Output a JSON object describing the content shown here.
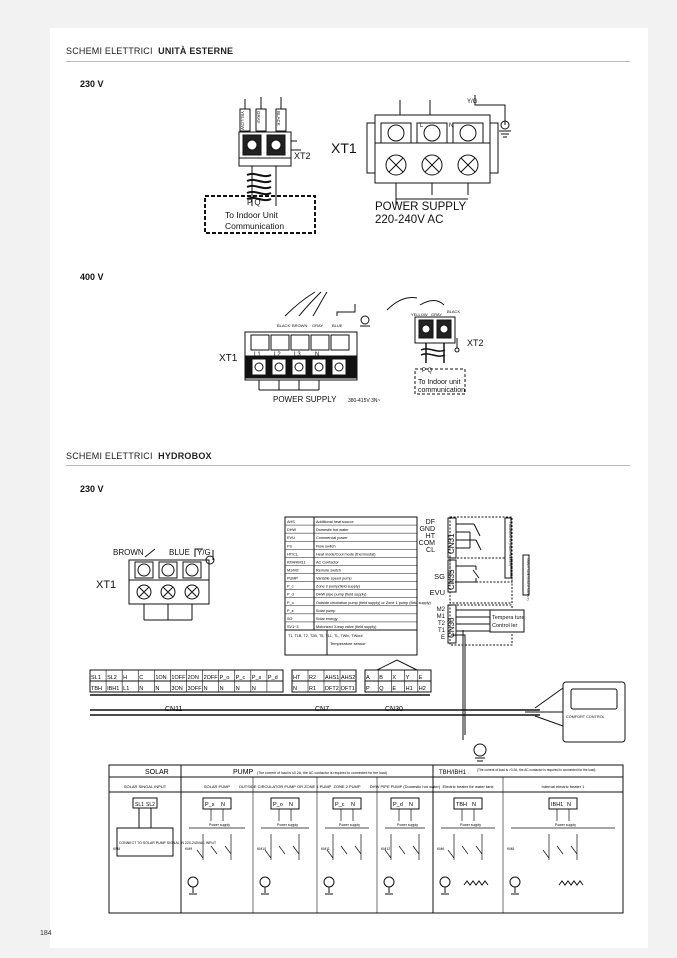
{
  "page_number": "184",
  "section1": {
    "prefix": "SCHEMI ELETTRICI",
    "title": "UNITÀ ESTERNE"
  },
  "section2": {
    "prefix": "SCHEMI ELETTRICI",
    "title": "HYDROBOX"
  },
  "v230_a": "230 V",
  "v400": "400 V",
  "v230_b": "230 V",
  "d1": {
    "wire_labels": [
      "YELLOW",
      "GRAY",
      "BLACK"
    ],
    "xt2": "XT2",
    "xt1": "XT1",
    "pq": "P Q",
    "comm_line1": "To Indoor Unit",
    "comm_line2": "Communication",
    "ps_line1": "POWER SUPPLY",
    "ps_line2": "220-240V AC",
    "terms": [
      "L",
      "N"
    ],
    "yg": "Y/G"
  },
  "d2": {
    "wire_labels": [
      "BLACK",
      "BROWN",
      "GRAY",
      "BLUE"
    ],
    "terms": [
      "L1",
      "L2",
      "L3",
      "N"
    ],
    "xt1": "XT1",
    "ps": "POWER SUPPLY",
    "ps_v": "380-415V 3N~",
    "xt2": "XT2",
    "small_labels": [
      "YELLOW",
      "GRAY",
      "BLACK"
    ],
    "pq": "P Q",
    "comm_line1": "To Indoor unit",
    "comm_line2": "communication"
  },
  "d3": {
    "xt1": "XT1",
    "brown": "BROWN",
    "blue": "BLUE",
    "yg": "Y/G",
    "legend": [
      [
        "AHS",
        "Additional heat source"
      ],
      [
        "DHW",
        "Domestic hot water"
      ],
      [
        "EVU",
        "Commercial power"
      ],
      [
        "FS",
        "Flow switch"
      ],
      [
        "HT/CL",
        "Heat mode/Cool mode (thermostat)"
      ],
      [
        "KM4/KM11",
        "AC Contactor"
      ],
      [
        "M1/M2",
        "Remote switch"
      ],
      [
        "PUMP",
        "Variable speed pump"
      ],
      [
        "P_c",
        "Zone 2 pump(field supply)"
      ],
      [
        "P_d",
        "DHW pipe pump (field supply)"
      ],
      [
        "P_o",
        "Outside circulation pump (field supply) or Zone 1 pump (field supply)"
      ],
      [
        "P_s",
        "Solar pump"
      ],
      [
        "SG",
        "Solar energy"
      ],
      [
        "SV1~3",
        "Motorized 3-way valve (field supply)"
      ]
    ],
    "legend_note_left": "T1, T1B, T2, T2B, T5, T1L, TL, TWin, TWout",
    "legend_note_right": "Temperature sensor",
    "cn31_labels": [
      "DF",
      "GND",
      "HT",
      "COM",
      "CL"
    ],
    "cn31": "CN31",
    "cn35": "CN35",
    "cn36": "CN36",
    "cn35_labels": [
      "SG",
      "EVU"
    ],
    "cn36_labels": [
      "M2",
      "M1",
      "T2",
      "T1",
      "E"
    ],
    "thermostat": "THERMOSTAT (FIELD SUPPLY)",
    "smart_grid": "SMART GRID (FIELD SUPPLY)",
    "temp_ctrl_1": "Tempera ture",
    "temp_ctrl_2": "Control ler",
    "cn11": "CN11",
    "cn7": "CN7",
    "cn30": "CN30",
    "cn11_top": [
      "SL1",
      "SL2",
      "H",
      "C",
      "1ON",
      "1OFF",
      "2ON",
      "2OFF",
      "P_o",
      "P_c",
      "P_s",
      "P_d"
    ],
    "cn11_bot": [
      "TBH",
      "IBH1",
      "L1",
      "N",
      "N",
      "3ON",
      "3OFF",
      "N",
      "N",
      "N",
      "N"
    ],
    "cn7_top": [
      "HT",
      "R2",
      "AHS1",
      "AHS2"
    ],
    "cn7_bot": [
      "N",
      "R1",
      "DFT2",
      "DFT1"
    ],
    "cn30_top": [
      "A",
      "B",
      "X",
      "Y",
      "E"
    ],
    "cn30_bot": [
      "P",
      "Q",
      "E",
      "H1",
      "H2"
    ],
    "comfort": "COMFORT CONTROL"
  },
  "bottom_table": {
    "headers": [
      "SOLAR",
      "PUMP",
      "TBH/IBH1"
    ],
    "pump_note": "(The current of load is ≤0.2A, the AC contactor is required to connected for the load)",
    "tbh_note": "(The current of load is >0.2A, the AC contactor is required to connected for the load)",
    "columns": [
      "SOLAR SINGAL INPUT",
      "SOLAR PUMP",
      "OUTSIDE CIRCULATOR PUMP OR ZONE 1 PUMP",
      "ZONE 2 PUMP",
      "DHW PIPE PUMP (Domestic hot water)",
      "Electric heater for water tank",
      "Internal electric heater 1"
    ],
    "solar_terms": [
      "SL1",
      "SL2"
    ],
    "solar_box": "CONNECT TO SOLAR PUMP SIGNAL IN 220-240VAC INPUT",
    "pump_terms": [
      [
        "P_s",
        "N"
      ],
      [
        "P_o",
        "N"
      ],
      [
        "P_c",
        "N"
      ],
      [
        "P_d",
        "N"
      ],
      [
        "TBH",
        "N"
      ],
      [
        "IBH1",
        "N"
      ]
    ],
    "power_supply": "Power supply",
    "km": [
      "KM8",
      "KM9",
      "KM10",
      "KM11",
      "KM12",
      "KM6",
      "KM8"
    ]
  }
}
